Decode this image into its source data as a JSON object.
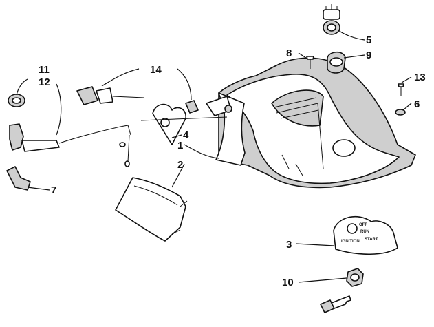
{
  "callouts": {
    "c1": "1",
    "c2": "2",
    "c3": "3",
    "c4": "4",
    "c5": "5",
    "c6": "6",
    "c7": "7",
    "c8": "8",
    "c9": "9",
    "c10": "10",
    "c11": "11",
    "c12": "12",
    "c13": "13",
    "c14": "14"
  },
  "switch_plate": {
    "off": "OFF",
    "run": "RUN",
    "start": "START",
    "ignition": "IGNITION"
  }
}
